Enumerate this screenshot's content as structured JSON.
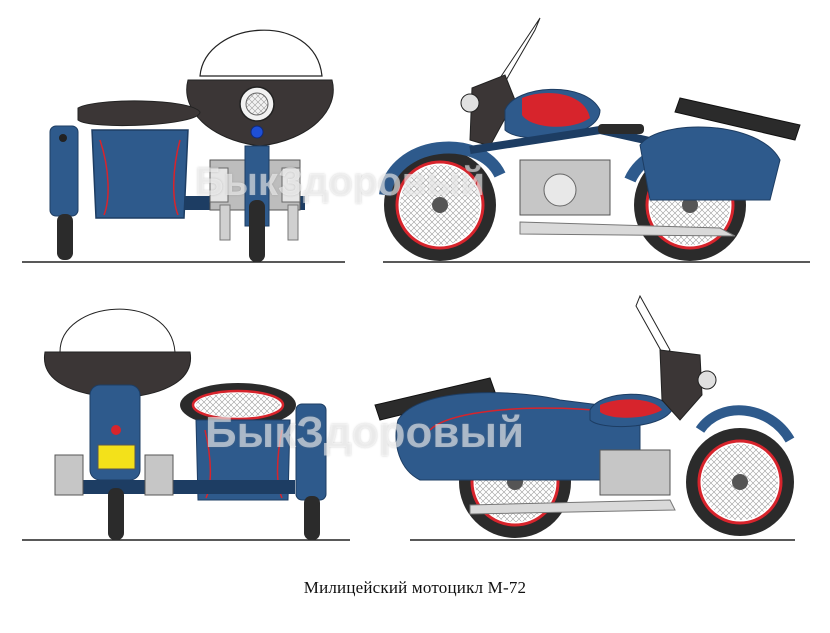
{
  "caption": "Милицейский мотоцикл М-72",
  "watermark": "БыкЗдоровый",
  "colors": {
    "body_blue": "#2e5a8c",
    "dark_blue": "#1d3d63",
    "accent_red": "#d7242c",
    "windshield_black": "#3b3636",
    "tire": "#2b2b2b",
    "chrome": "#d9d9d9",
    "plate_yellow": "#f3e11a",
    "ground": "#222222"
  },
  "views": [
    "front-view",
    "right-side-view",
    "rear-view",
    "left-side-view"
  ],
  "icons": [
    "headlight-icon",
    "police-beacon-icon",
    "spare-wheel-icon",
    "license-plate-icon"
  ]
}
